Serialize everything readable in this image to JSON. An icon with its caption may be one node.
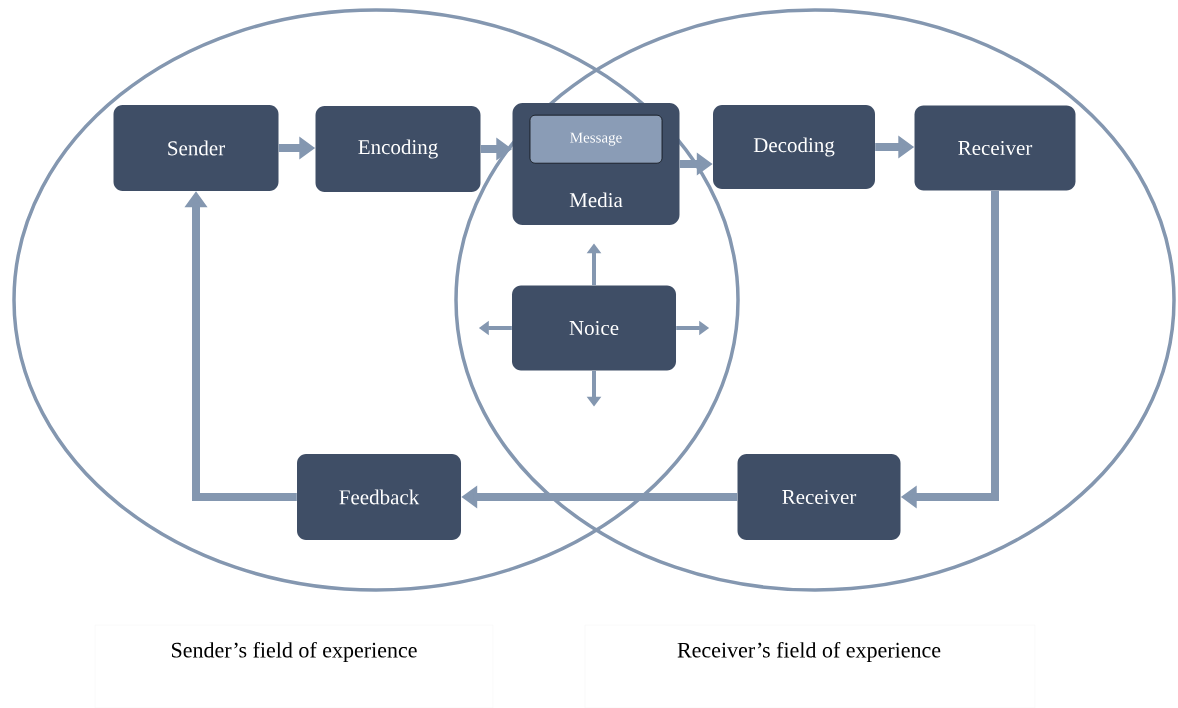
{
  "diagram": {
    "nodes": [
      {
        "text": [
          "Sender"
        ]
      },
      {
        "text": [
          "Encoding"
        ]
      },
      {
        "text": [
          "Media"
        ]
      },
      {
        "text": [
          "Message"
        ],
        "in": 2
      },
      {
        "text": [
          "Decoding"
        ]
      },
      {
        "text": [
          "Receiver"
        ]
      },
      {
        "text": [
          "Noice"
        ]
      },
      {
        "text": [
          "Feedback"
        ]
      },
      {
        "text": [
          "Receiver"
        ]
      }
    ],
    "edges": [
      {
        "from": 0,
        "to": 1,
        "arrow": "to"
      },
      {
        "from": 1,
        "to": 2,
        "arrow": "to"
      },
      {
        "from": 2,
        "to": 4,
        "arrow": "to"
      },
      {
        "from": 4,
        "to": 5,
        "arrow": "to"
      },
      {
        "from": 5,
        "to": 8,
        "arrow": "to"
      },
      {
        "from": 8,
        "to": 7,
        "arrow": "to"
      },
      {
        "from": 7,
        "to": 0,
        "arrow": "to"
      },
      {
        "from": 6,
        "to": null,
        "arrow": "to"
      },
      {
        "from": 6,
        "to": null,
        "arrow": "to"
      },
      {
        "from": 6,
        "to": null,
        "arrow": "to"
      },
      {
        "from": 6,
        "to": null,
        "arrow": "to"
      }
    ],
    "labels": [
      "Sender’s field of experience",
      "Receiver’s field of experience"
    ]
  }
}
